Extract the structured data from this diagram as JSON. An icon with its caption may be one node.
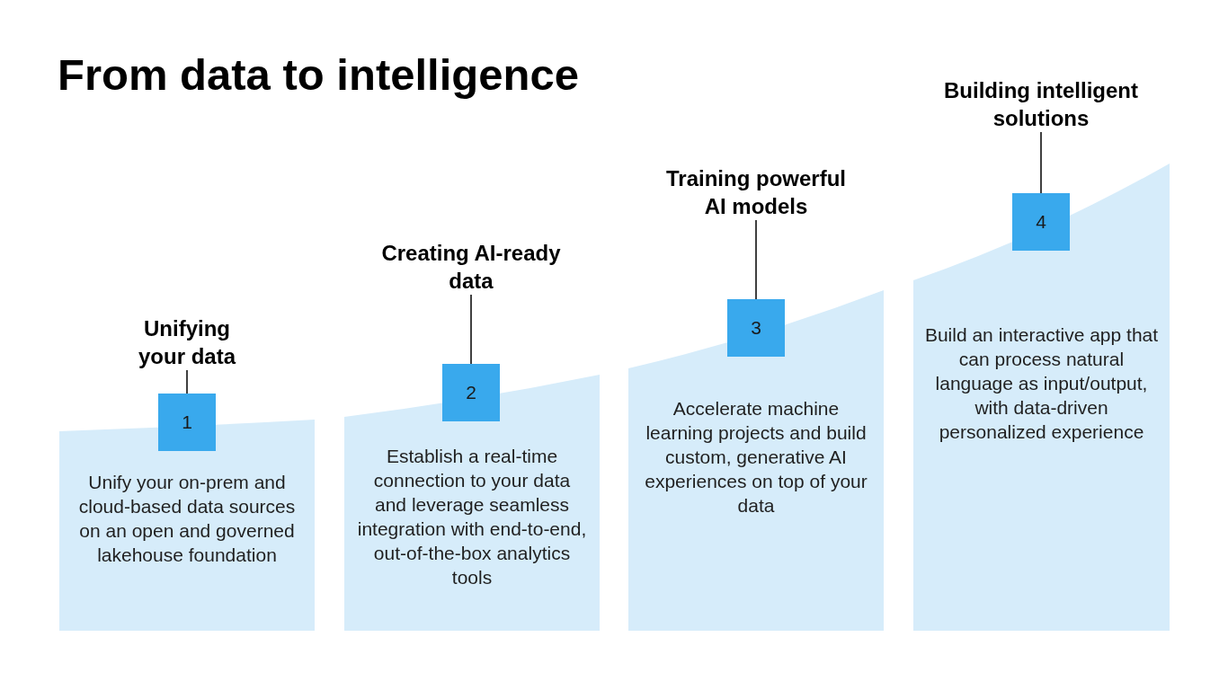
{
  "diagram": {
    "title": "From data to intelligence",
    "nodes": [
      {
        "text": [
          "Unifying your data"
        ]
      },
      {
        "text": [
          "1"
        ]
      },
      {
        "text": [
          "Unify your on-prem and cloud-based data sources on an open and governed lakehouse foundation"
        ]
      },
      {
        "text": [
          "Creating AI-ready data"
        ]
      },
      {
        "text": [
          "2"
        ]
      },
      {
        "text": [
          "Establish a real-time connection to your data and leverage seamless integration with end-to-end, out-of-the-box analytics tools"
        ]
      },
      {
        "text": [
          "Training powerful AI models"
        ]
      },
      {
        "text": [
          "3"
        ]
      },
      {
        "text": [
          "Accelerate machine learning projects and build custom, generative AI experiences on top of your data"
        ]
      },
      {
        "text": [
          "Building intelligent solutions"
        ]
      },
      {
        "text": [
          "4"
        ]
      },
      {
        "text": [
          "Build an interactive app that can process natural language as input/output, with data-driven personalized experience"
        ]
      }
    ],
    "edges": [
      {
        "from": 0,
        "to": 1,
        "arrow": "none"
      },
      {
        "from": 3,
        "to": 4,
        "arrow": "none"
      },
      {
        "from": 6,
        "to": 7,
        "arrow": "none"
      },
      {
        "from": 9,
        "to": 10,
        "arrow": "none"
      }
    ]
  }
}
